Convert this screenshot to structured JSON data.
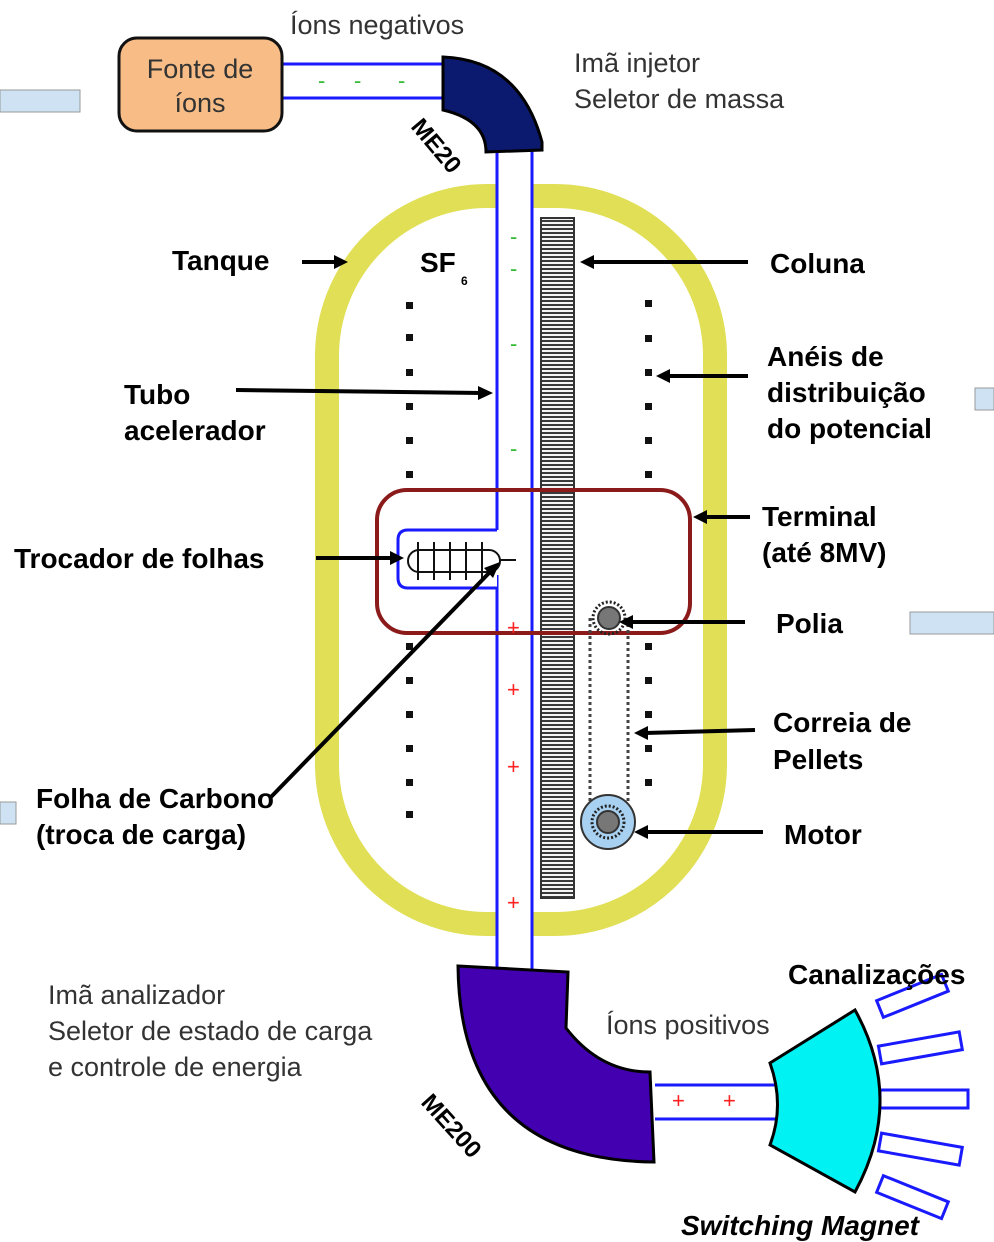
{
  "labels": {
    "ions_negative": "Íons negativos",
    "ion_source_1": "Fonte de",
    "ion_source_2": "íons",
    "injector_magnet": "Imã injetor",
    "mass_selector": "Seletor de massa",
    "me20": "ME20",
    "tank": "Tanque",
    "sf6_main": "SF",
    "sf6_sub": "6",
    "column": "Coluna",
    "rings_1": "Anéis de",
    "rings_2": "distribuição",
    "rings_3": "do potencial",
    "tube_1": "Tubo",
    "tube_2": "acelerador",
    "terminal_1": "Terminal",
    "terminal_2": "(até 8MV)",
    "foil_changer": "Trocador de folhas",
    "pulley": "Polia",
    "belt_1": "Correia de",
    "belt_2": "Pellets",
    "carbon_1": "Folha de Carbono",
    "carbon_2": "(troca de carga)",
    "motor": "Motor",
    "analyzer_1": "Imã analizador",
    "analyzer_2": "Seletor de estado de carga",
    "analyzer_3": "e controle de energia",
    "canalizacoes": "Canalizações",
    "ions_positive": "Íons positivos",
    "me200": "ME200",
    "switching": "Switching Magnet",
    "minus": "-",
    "plus": "+"
  },
  "colors": {
    "tank": "#e0df55",
    "tube": "#1a1aff",
    "terminal": "#8b1a1a",
    "source_fill": "#f8bd86",
    "injector_magnet": "#0b1a6e",
    "analyzer_magnet": "#4200b0",
    "switching_magnet": "#00f2f2",
    "motor": "#a8d0f0",
    "ion_negative_sign": "#33bb33",
    "ion_positive_sign": "#ff2222",
    "column": "#555555"
  }
}
